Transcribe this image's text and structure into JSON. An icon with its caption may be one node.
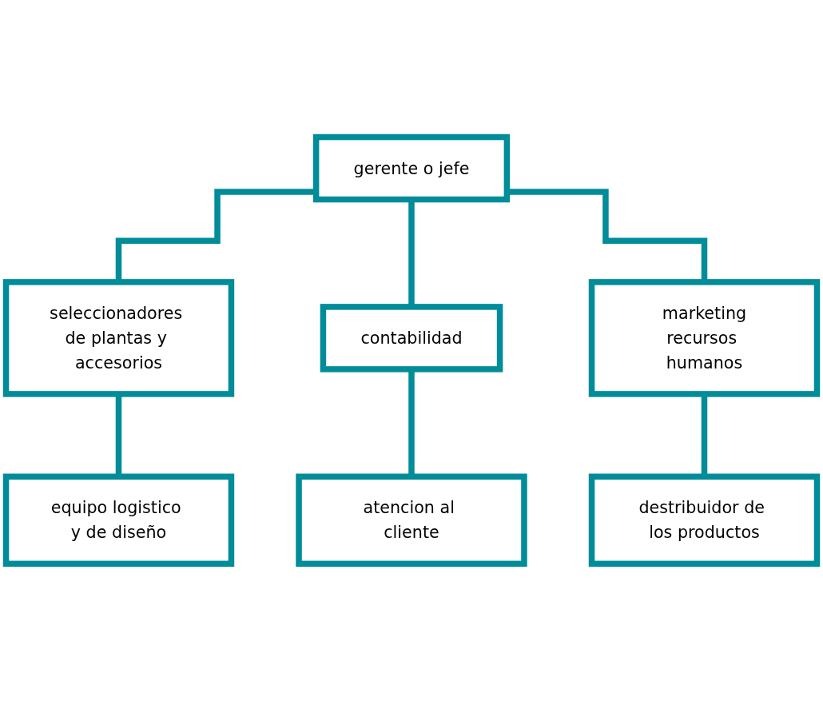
{
  "diagram": {
    "nodes": [
      {
        "text": [
          "gerente o jefe"
        ]
      },
      {
        "text": [
          "seleccionadores de plantas y accesorios"
        ]
      },
      {
        "text": [
          "contabilidad"
        ]
      },
      {
        "text": [
          "marketing",
          "recursos humanos"
        ]
      },
      {
        "text": [
          "equipo logistico y de diseño"
        ]
      },
      {
        "text": [
          "atencion al cliente"
        ]
      },
      {
        "text": [
          "destribuidor de los productos"
        ]
      }
    ],
    "edges": [
      {
        "from": 0,
        "to": 1,
        "arrow": "none"
      },
      {
        "from": 0,
        "to": 2,
        "arrow": "none"
      },
      {
        "from": 0,
        "to": 3,
        "arrow": "none"
      },
      {
        "from": 1,
        "to": 4,
        "arrow": "none"
      },
      {
        "from": 2,
        "to": 5,
        "arrow": "none"
      },
      {
        "from": 3,
        "to": 6,
        "arrow": "none"
      }
    ]
  }
}
